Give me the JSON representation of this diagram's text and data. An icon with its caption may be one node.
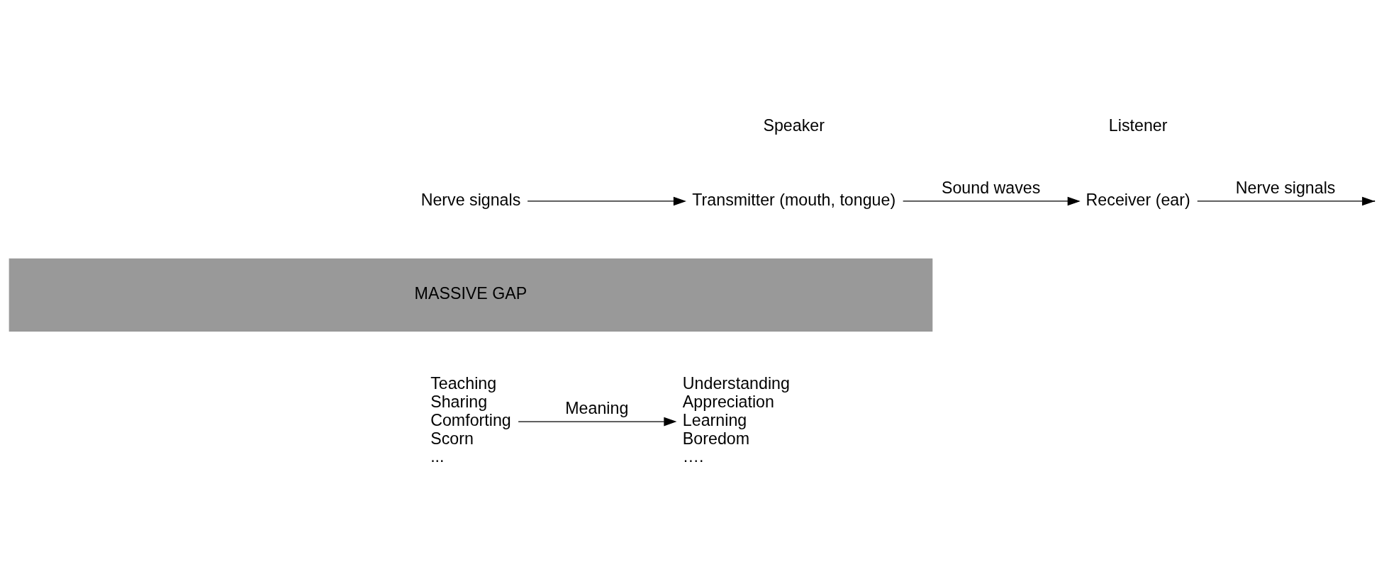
{
  "diagram": {
    "nodes": [
      {
        "text": [
          "Nerve signals"
        ]
      },
      {
        "text": [
          "Transmitter (mouth, tongue)"
        ]
      },
      {
        "text": [
          "Receiver (ear)"
        ]
      },
      {
        "text": [
          "MASSIVE GAP"
        ]
      },
      {
        "text": [
          "Teaching",
          "Sharing",
          "Comforting",
          "Scorn",
          "..."
        ]
      },
      {
        "text": [
          "Understanding",
          "Appreciation",
          "Learning",
          "Boredom",
          "…."
        ]
      }
    ],
    "edges": [
      {
        "from": 0,
        "to": 1,
        "arrow": "to"
      },
      {
        "from": 1,
        "to": 2,
        "arrow": "to",
        "label": "Sound waves"
      },
      {
        "from": 2,
        "to": null,
        "arrow": "to",
        "label": "Nerve signals"
      },
      {
        "from": 4,
        "to": 5,
        "arrow": "to",
        "label": "Meaning"
      }
    ],
    "labels": [
      "Speaker",
      "Listener"
    ]
  }
}
